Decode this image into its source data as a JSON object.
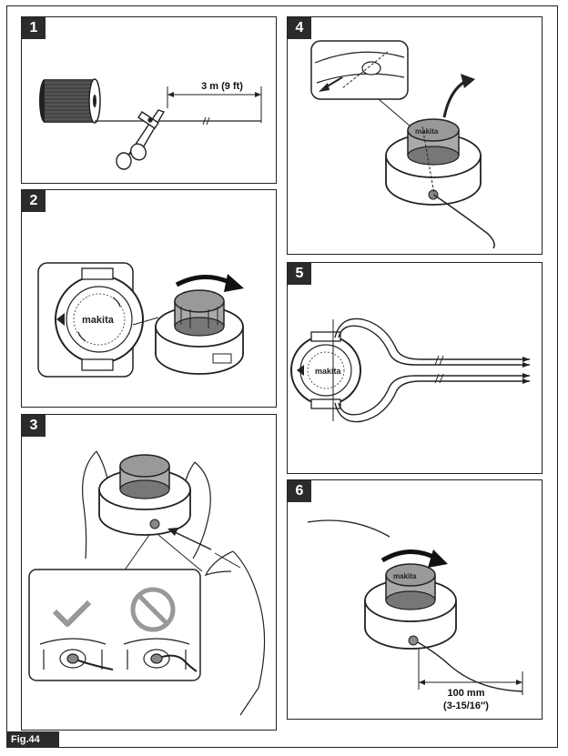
{
  "panels": [
    {
      "number": "1",
      "label": "3 m (9 ft)"
    },
    {
      "number": "2",
      "brand": "makita"
    },
    {
      "number": "3"
    },
    {
      "number": "4",
      "brand": "makita"
    },
    {
      "number": "5",
      "brand": "makita"
    },
    {
      "number": "6",
      "label_line1": "100 mm",
      "label_line2": "(3-15/16″)"
    }
  ],
  "figure_label": "Fig.44",
  "icons": [
    "spool-icon",
    "scissors-icon",
    "trimmer-head-icon",
    "rotate-arrow-icon",
    "check-mark-icon",
    "prohibited-icon",
    "hand-icon",
    "magnifier-callout-icon"
  ]
}
